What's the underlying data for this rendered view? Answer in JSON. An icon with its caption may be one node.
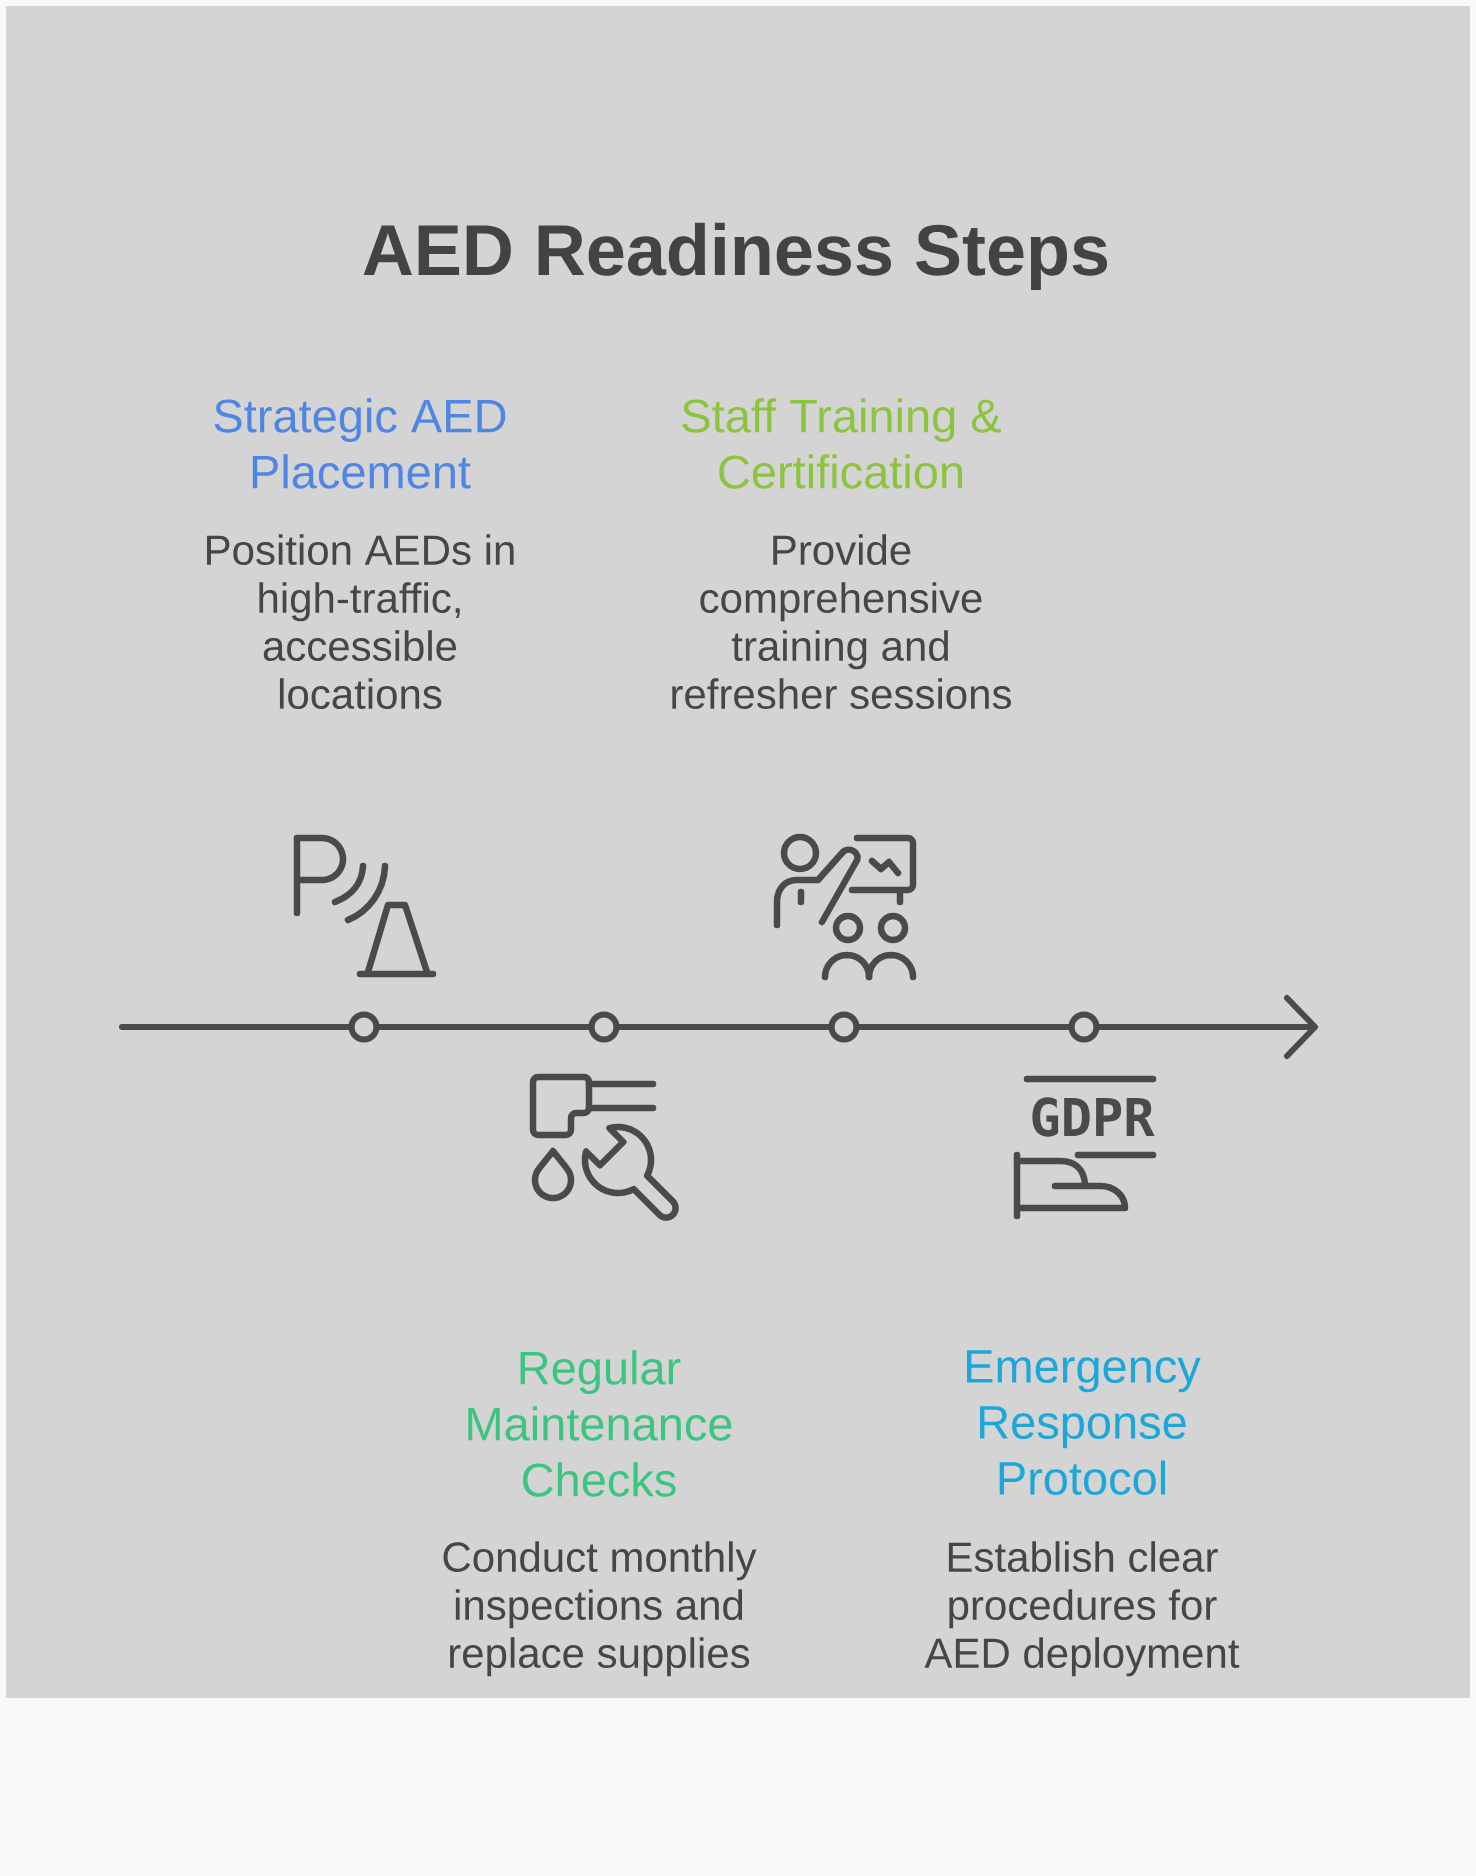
{
  "diagram": {
    "title": "AED Readiness Steps",
    "nodes": [
      {
        "text": [],
        "shape": "circle",
        "beside": [
          "Strategic AED Placement",
          "Position AEDs in high-traffic, accessible locations"
        ]
      },
      {
        "text": [],
        "shape": "circle",
        "beside": [
          "Regular Maintenance Checks",
          "Conduct monthly inspections and replace supplies"
        ]
      },
      {
        "text": [],
        "shape": "circle",
        "beside": [
          "Staff Training & Certification",
          "Provide comprehensive training and refresher sessions"
        ]
      },
      {
        "text": [],
        "shape": "circle",
        "beside": [
          "Emergency Response Protocol",
          "Establish clear procedures for AED deployment"
        ]
      }
    ],
    "edges": [
      {
        "from": null,
        "to": 0,
        "arrow": "none"
      },
      {
        "from": 0,
        "to": 1,
        "arrow": "none"
      },
      {
        "from": 1,
        "to": 2,
        "arrow": "none"
      },
      {
        "from": 2,
        "to": 3,
        "arrow": "none"
      },
      {
        "from": 3,
        "to": null,
        "arrow": "to"
      }
    ],
    "labels": [
      "GDPR"
    ]
  }
}
